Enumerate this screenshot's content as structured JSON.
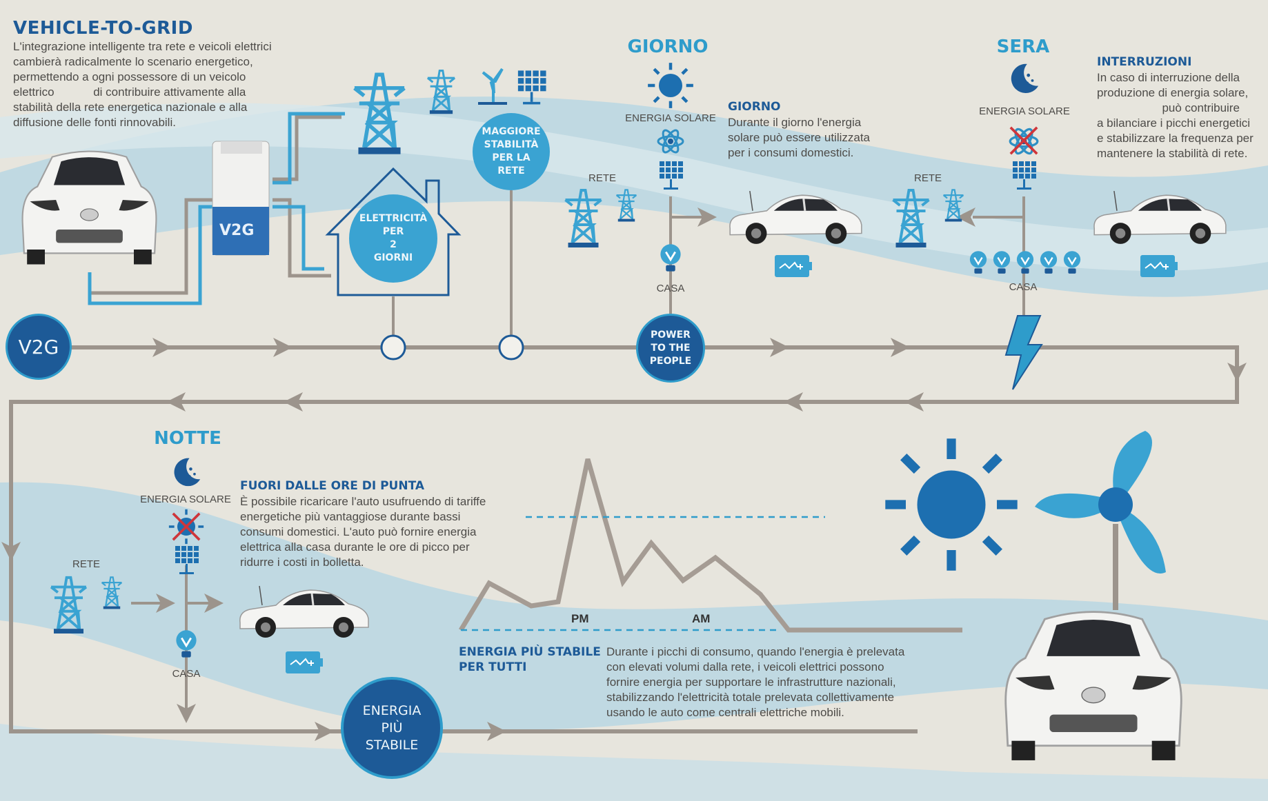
{
  "title": "VEHICLE-TO-GRID",
  "intro_lines": [
    "L'integrazione intelligente tra rete e veicoli elettrici",
    "cambierà radicalmente lo scenario energetico,",
    "permettendo a ogni possessore di un veicolo",
    "elettrico            di contribuire attivamente alla",
    "stabilità della rete energetica nazionale e alla",
    "diffusione delle fonti rinnovabili."
  ],
  "charger_label": "V2G",
  "timeline": {
    "start_label": "V2G",
    "house_circle": [
      "ELETTRICITÀ",
      "PER",
      "2",
      "GIORNI"
    ],
    "stability_circle": [
      "MAGGIORE",
      "STABILITÀ",
      "PER LA",
      "RETE"
    ],
    "power_circle": [
      "POWER",
      "TO THE",
      "PEOPLE"
    ],
    "end_circle": [
      "ENERGIA",
      "PIÙ",
      "STABILE"
    ]
  },
  "giorno": {
    "heading": "GIORNO",
    "energy_label": "ENERGIA SOLARE",
    "grid_label": "RETE",
    "home_label": "CASA",
    "subheading": "GIORNO",
    "text_lines": [
      "Durante il giorno l'energia",
      "solare può essere utilizzata",
      "per i consumi domestici."
    ]
  },
  "sera": {
    "heading": "SERA",
    "energy_label": "ENERGIA SOLARE",
    "grid_label": "RETE",
    "home_label": "CASA"
  },
  "interruzioni": {
    "heading": "INTERRUZIONI",
    "text_lines": [
      "In caso di interruzione della",
      "produzione di energia solare,",
      "                    può contribuire",
      "a bilanciare i picchi energetici",
      "e stabilizzare la frequenza per",
      "mantenere la stabilità di rete."
    ]
  },
  "notte": {
    "heading": "NOTTE",
    "energy_label": "ENERGIA SOLARE",
    "grid_label": "RETE",
    "home_label": "CASA"
  },
  "fuori_punta": {
    "heading": "FUORI DALLE ORE DI PUNTA",
    "text_lines": [
      "È possibile ricaricare l'auto usufruendo di tariffe",
      "energetiche più vantaggiose durante bassi",
      "consumi domestici. L'auto può fornire energia",
      "elettrica alla casa durante le ore di picco per",
      "ridurre i costi in bolletta."
    ]
  },
  "grafico": {
    "pm_label": "PM",
    "am_label": "AM"
  },
  "stabile": {
    "heading_lines": [
      "ENERGIA PIÙ STABILE",
      "PER TUTTI"
    ],
    "text_lines": [
      "Durante i picchi di consumo, quando l'energia è prelevata",
      "con elevati volumi dalla rete, i veicoli elettrici possono",
      "fornire energia per supportare le infrastrutture nazionali,",
      "stabilizzando l'elettricità totale prelevata collettivamente",
      "usando le auto come centrali elettriche mobili."
    ]
  },
  "colors": {
    "dark_blue": "#1d5a97",
    "light_blue": "#2e9ccb",
    "line_grey": "#9c948c",
    "background": "#e7e5dd"
  }
}
